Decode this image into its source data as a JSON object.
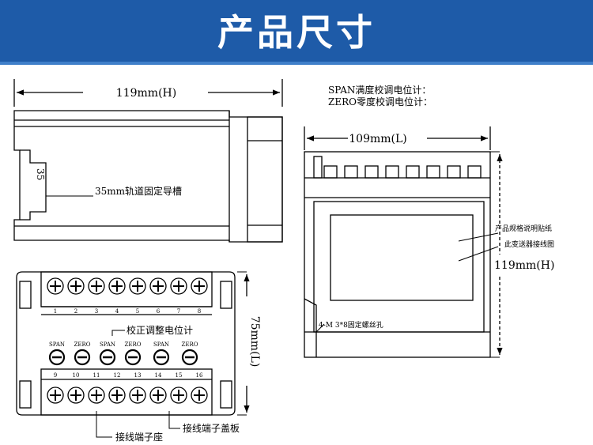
{
  "title": "产品尺寸",
  "dimensions": {
    "width_top": "119mm(H)",
    "length_right": "109mm(L)",
    "height_right": "119mm(H)",
    "depth_bottom": "75mm(L)"
  },
  "labels": {
    "rail_width": "35",
    "rail_groove": "35mm轨道固定导槽",
    "span_pot": "SPAN满度校调电位计：",
    "zero_pot": "ZERO零度校调电位计：",
    "spec_sticker": "产品规格说明贴纸",
    "wiring_diagram": "此变送器接线图",
    "mount_holes": "4-M 3*8固定螺丝孔",
    "calib_pot": "校正调整电位计",
    "terminal_base": "接线端子座",
    "terminal_cover": "接线端子盖板"
  },
  "terminals_top": [
    "1",
    "2",
    "3",
    "4",
    "5",
    "6",
    "7",
    "8"
  ],
  "terminals_bottom": [
    "9",
    "10",
    "11",
    "12",
    "13",
    "14",
    "15",
    "16"
  ],
  "pot_labels": [
    "SPAN",
    "ZERO",
    "SPAN",
    "ZERO",
    "SPAN",
    "ZERO"
  ],
  "colors": {
    "banner": "#1e5ba8",
    "banner_band": "#3f7fc9",
    "line": "#000000"
  }
}
